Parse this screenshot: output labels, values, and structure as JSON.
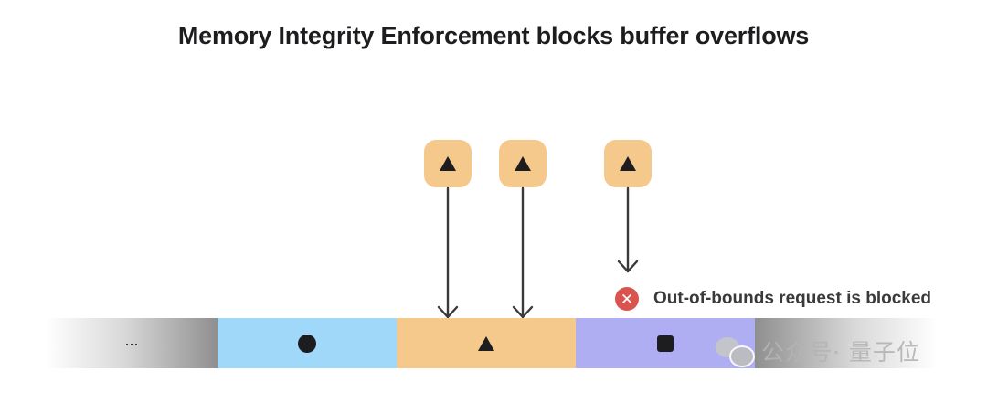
{
  "title": "Memory Integrity Enforcement blocks buffer overflows",
  "tags": [
    {
      "symbol": "triangle",
      "color": "#f5c98c"
    },
    {
      "symbol": "triangle",
      "color": "#f5c98c"
    },
    {
      "symbol": "triangle",
      "color": "#f5c98c"
    }
  ],
  "blocked_message": {
    "icon": "x-circle-icon",
    "icon_glyph": "✕",
    "icon_color": "#d9534f",
    "text": "Out-of-bounds request is blocked"
  },
  "memory_segments": [
    {
      "type": "ellipsis",
      "label": "...",
      "color": "gradient-gray"
    },
    {
      "type": "circle",
      "color": "#9fd8f8"
    },
    {
      "type": "triangle",
      "color": "#f5c98c"
    },
    {
      "type": "square",
      "color": "#b0aef2"
    },
    {
      "type": "fade",
      "color": "gradient-gray"
    }
  ],
  "watermark": {
    "icon": "wechat-icon",
    "text": "公众号· 量子位"
  }
}
